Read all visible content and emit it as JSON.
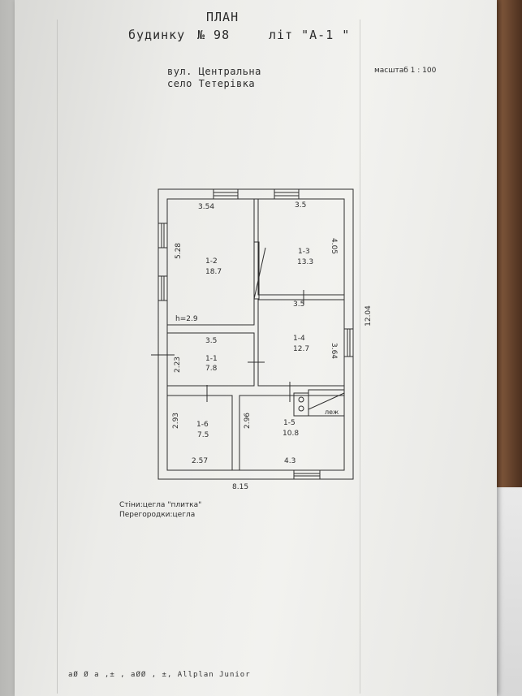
{
  "header": {
    "title": "ПЛАН",
    "subtitle_left": "будинку",
    "number": "№ 98",
    "letter": "літ \"А-1 \"",
    "street": "вул. Центральна",
    "village": "село Тетерівка",
    "scale": "масштаб  1 : 100"
  },
  "rooms": [
    {
      "id": "1-2",
      "area": "18.7"
    },
    {
      "id": "1-3",
      "area": "13.3"
    },
    {
      "id": "1-4",
      "area": "12.7"
    },
    {
      "id": "1-1",
      "area": "7.8"
    },
    {
      "id": "1-6",
      "area": "7.5"
    },
    {
      "id": "1-5",
      "area": "10.8"
    }
  ],
  "dimensions": {
    "d1": "3.54",
    "d2": "3.5",
    "d3": "5.28",
    "d4": "4.05",
    "d5": "3.5",
    "d6": "h=2.9",
    "d7": "12.04",
    "d8": "3.5",
    "d9": "3.64",
    "d10": "2.23",
    "d11": "2.93",
    "d12": "2.96",
    "d13": "2.57",
    "d14": "4.3",
    "d15": "8.15"
  },
  "stove_label": "леж",
  "notes": {
    "walls": "Стіни:цегла \"плитка\"",
    "partitions": "Перегородки:цегла"
  },
  "footer": "аØ   Ø   а   ,±   ,   аØØ   ,     ±,  Allplan Junior"
}
